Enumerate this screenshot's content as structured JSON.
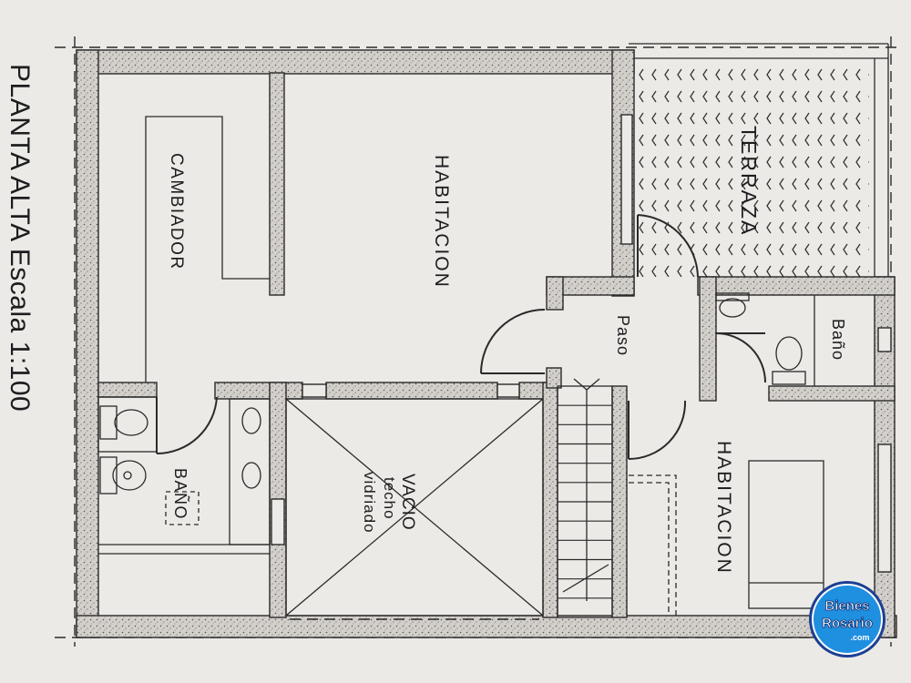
{
  "plan": {
    "title": "PLANTA ALTA Escala 1:100",
    "rooms": {
      "terraza": "TERRAZA",
      "habitacion_main": "HABITACION",
      "cambiador": "CAMBIADOR",
      "paso": "Paso",
      "bano_right": "Baño",
      "habitacion_second": "HABITACION",
      "bano_left": "BAÑO",
      "vacio_1": "VACIO",
      "vacio_2": "techo",
      "vacio_3": "vidriado"
    }
  },
  "logo": {
    "line1": "Bienes",
    "line2": "Rosario",
    "line3": ".com"
  },
  "colors": {
    "wall_fill": "#cfcbc6",
    "wall_stroke": "#2a2a2a",
    "paper": "#eceae7",
    "logo_ring": "#1c3f93",
    "logo_fill": "#1f8fe0"
  }
}
